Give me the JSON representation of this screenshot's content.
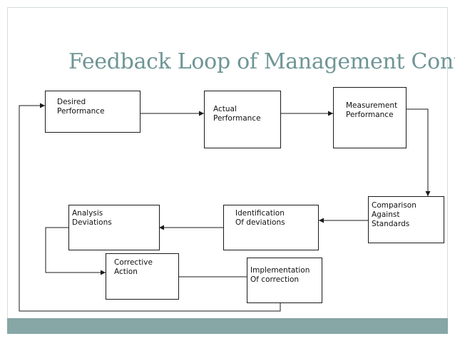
{
  "title": "Feedback Loop of Management Control",
  "boxes": {
    "desired": "Desired\nPerformance",
    "actual": "Actual\nPerformance",
    "measurement": "Measurement\nPerformance",
    "comparison": "Comparison\nAgainst\nStandards",
    "identification": "Identification\nOf deviations",
    "analysis": "Analysis\nDeviations",
    "corrective": "Corrective\nAction",
    "implementation": "Implementation\nOf correction"
  },
  "colors": {
    "title": "#6f9595",
    "footer_bar": "#87a6a6",
    "frame": "#d4dcdc",
    "line": "#1a1a1a"
  }
}
